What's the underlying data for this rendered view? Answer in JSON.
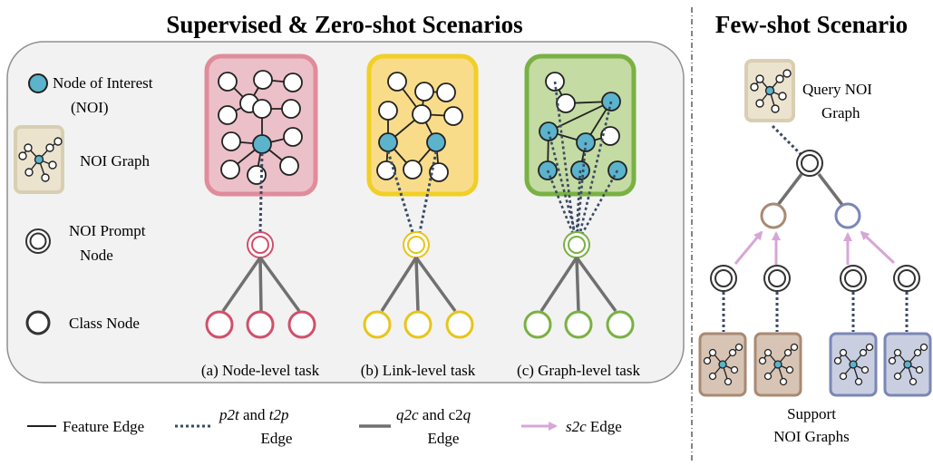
{
  "left_title": "Supervised & Zero-shot Scenarios",
  "right_title": "Few-shot Scenario",
  "legend_inside": {
    "noi": [
      "Node of Interest",
      "(NOI)"
    ],
    "noi_graph": "NOI Graph",
    "prompt_node": [
      "NOI Prompt",
      "Node"
    ],
    "class_node": "Class Node"
  },
  "tasks": {
    "node": "(a) Node-level task",
    "link": "(b) Link-level task",
    "graph": "(c) Graph-level task"
  },
  "bottom_legend": {
    "feature": "Feature Edge",
    "p2t_a": "p2t",
    "p2t_and": " and ",
    "p2t_b": "t2p",
    "p2t_edge": "Edge",
    "q2c_a": "q2c",
    "q2c_and": " and c2",
    "q2c_b": "q",
    "q2c_edge": "Edge",
    "s2c": "s2c",
    "s2c_edge": " Edge"
  },
  "few_shot": {
    "query_label": [
      "Query NOI",
      "Graph"
    ],
    "support_label": [
      "Support",
      "NOI Graphs"
    ]
  },
  "colors": {
    "pink_fill": "#ecc0c8",
    "pink_stroke": "#e08c9b",
    "pink_node": "#d0506a",
    "yellow_fill": "#f9dc8a",
    "yellow_stroke": "#f1cf25",
    "green_fill": "#c4dba3",
    "green_stroke": "#79b143",
    "noi_fill": "#5bb3cc",
    "beige_fill": "#ece3cf",
    "beige_stroke": "#d8cfb2",
    "brown_fill": "#d7c4b4",
    "brown_stroke": "#a88a73",
    "blue_fill": "#c9cfe0",
    "blue_stroke": "#7a87b6",
    "arrow": "#d8a6d6"
  }
}
